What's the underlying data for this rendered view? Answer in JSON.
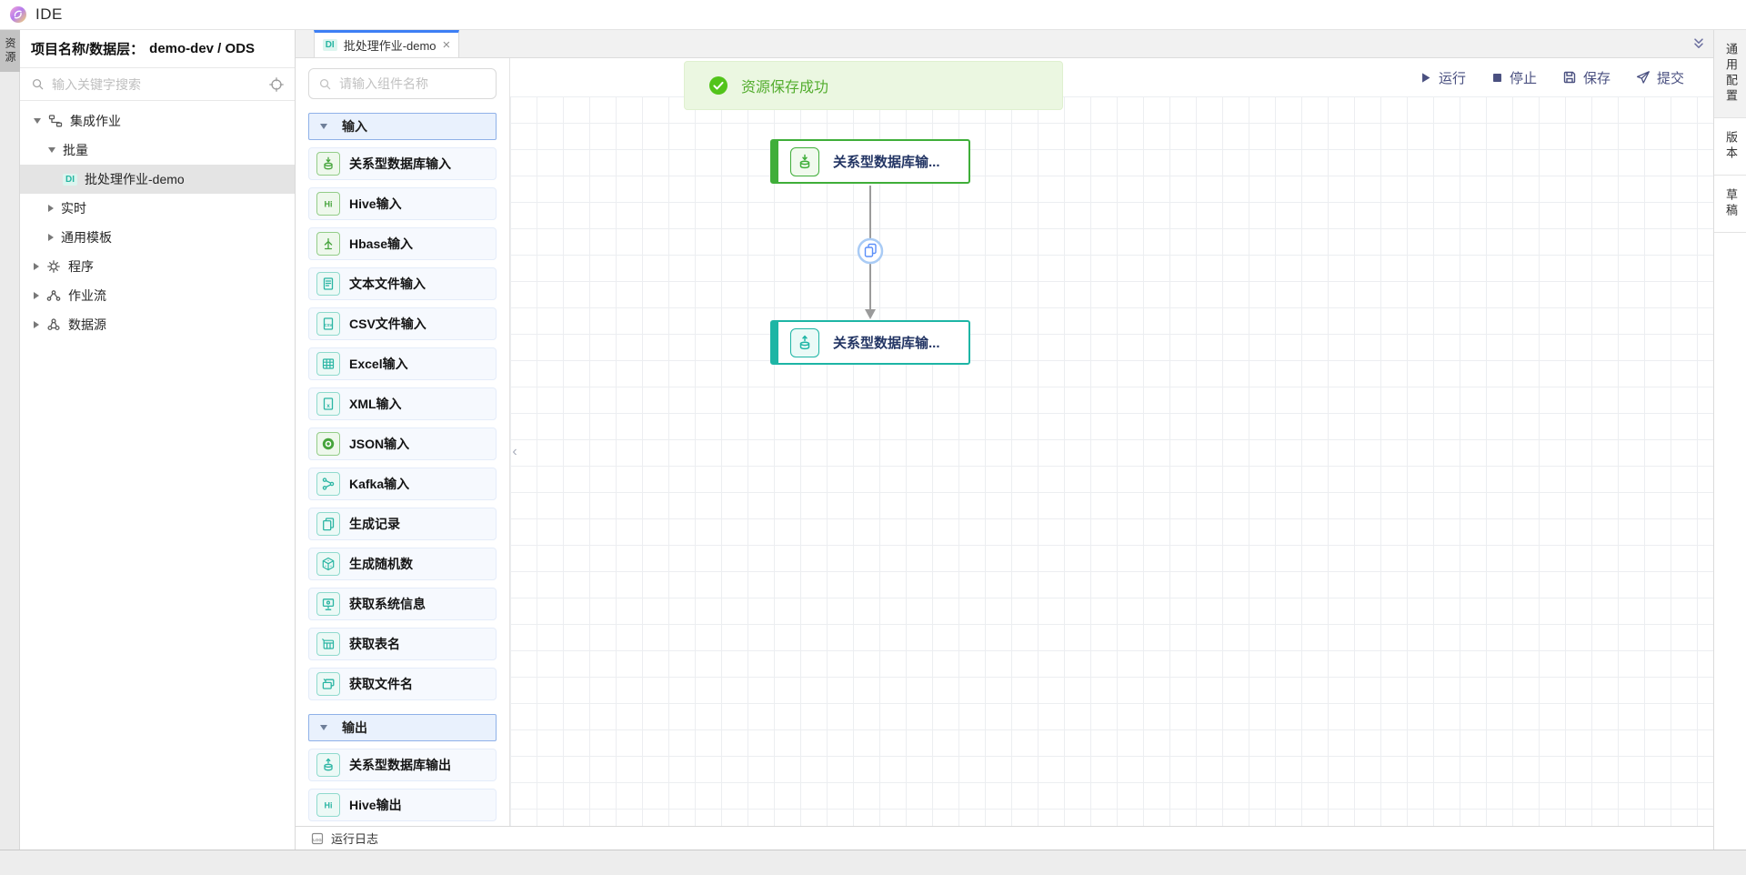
{
  "app": {
    "title": "IDE"
  },
  "left_rail": {
    "resource_tab": "资源"
  },
  "project_panel": {
    "title_label": "项目名称/数据层：",
    "title_value": "demo-dev / ODS",
    "search_placeholder": "输入关键字搜索",
    "tree": [
      {
        "label": "集成作业"
      },
      {
        "label": "批量"
      },
      {
        "label": "批处理作业-demo",
        "badge": "DI"
      },
      {
        "label": "实时"
      },
      {
        "label": "通用模板"
      },
      {
        "label": "程序"
      },
      {
        "label": "作业流"
      },
      {
        "label": "数据源"
      }
    ]
  },
  "editor": {
    "tab": {
      "badge": "DI",
      "label": "批处理作业-demo",
      "close": "×"
    }
  },
  "component_panel": {
    "search_placeholder": "请输入组件名称",
    "sections": [
      {
        "label": "输入",
        "items": [
          {
            "label": "关系型数据库输入"
          },
          {
            "label": "Hive输入"
          },
          {
            "label": "Hbase输入"
          },
          {
            "label": "文本文件输入"
          },
          {
            "label": "CSV文件输入"
          },
          {
            "label": "Excel输入"
          },
          {
            "label": "XML输入"
          },
          {
            "label": "JSON输入"
          },
          {
            "label": "Kafka输入"
          },
          {
            "label": "生成记录"
          },
          {
            "label": "生成随机数"
          },
          {
            "label": "获取系统信息"
          },
          {
            "label": "获取表名"
          },
          {
            "label": "获取文件名"
          }
        ]
      },
      {
        "label": "输出",
        "items": [
          {
            "label": "关系型数据库输出"
          },
          {
            "label": "Hive输出"
          }
        ]
      }
    ]
  },
  "toolbar": {
    "run": "运行",
    "stop": "停止",
    "save": "保存",
    "submit": "提交"
  },
  "toast": {
    "message": "资源保存成功"
  },
  "canvas": {
    "nodes": [
      {
        "label": "关系型数据库输...",
        "kind": "input"
      },
      {
        "label": "关系型数据库输...",
        "kind": "output"
      }
    ]
  },
  "right_rail": {
    "tabs": [
      {
        "label": "通用配置"
      },
      {
        "label": "版本"
      },
      {
        "label": "草稿"
      }
    ]
  },
  "log_bar": {
    "label": "运行日志"
  },
  "colors": {
    "accent_blue": "#3d7ff5",
    "input_green": "#3fae39",
    "output_teal": "#1db5a5",
    "toast_green": "#52c41a",
    "toolbar_slate": "#4a5080",
    "node_label_navy": "#233564"
  }
}
